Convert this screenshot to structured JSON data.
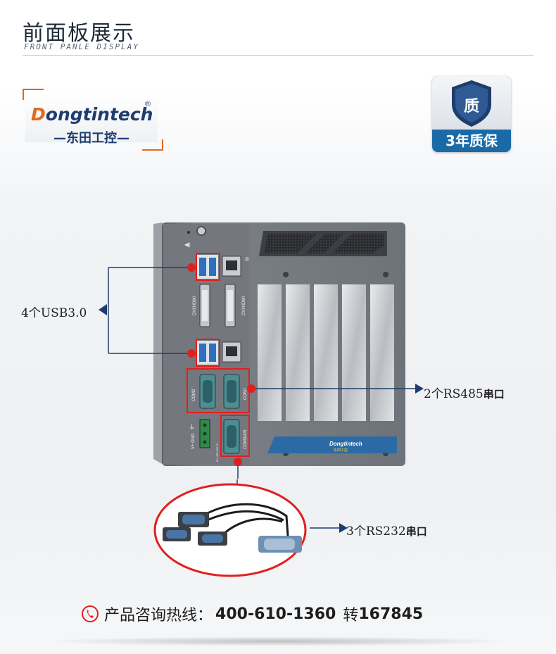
{
  "header": {
    "title": "前面板展示",
    "subtitle": "FRONT PANLE DISPLAY"
  },
  "logo": {
    "brand_first_letter": "D",
    "brand_rest": "ongtintech",
    "registered_mark": "®",
    "brand_cn": "—东田工控—"
  },
  "warranty": {
    "shield_char": "质",
    "label": "3年质保"
  },
  "device": {
    "port_labels": {
      "dvi_left": "DVI/HDMI",
      "dvi_right": "DVI/HDMI",
      "com2": "COM2",
      "com1": "COM1",
      "com345": "COM3/4/5",
      "power": "V+ GND",
      "power_spec": "9V~36V DC IN"
    },
    "plate_brand": "Dongtintech",
    "plate_cn": "东田工控"
  },
  "callouts": {
    "usb_count": "4个USB3.0",
    "rs485_prefix": "2个RS485",
    "rs485_suffix": "串口",
    "rs232_prefix": "3个RS232",
    "rs232_suffix": "串口"
  },
  "footer": {
    "label": "产品咨询热线：",
    "phone": "400-610-1360",
    "ext_label": "转",
    "ext": "167845"
  },
  "colors": {
    "accent_red": "#e0201e",
    "brand_blue": "#1e3c6e",
    "badge_blue": "#1a6aa8",
    "logo_orange": "#e2691d"
  }
}
